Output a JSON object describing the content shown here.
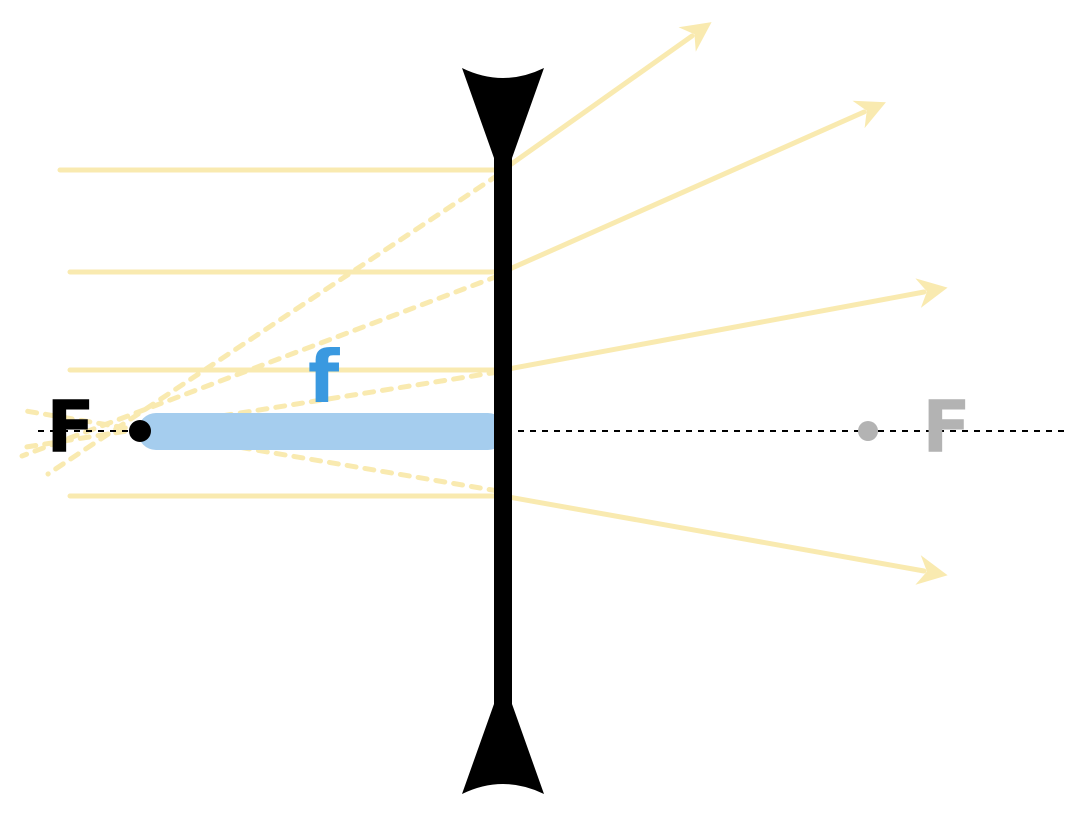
{
  "labels": {
    "focal_left": "F",
    "focal_right": "F",
    "focal_length": "f"
  },
  "colors": {
    "ray": "#f9eab0",
    "lens": "#000000",
    "axis": "#000000",
    "focal_length_bar": "#a5cdee",
    "focal_length_text": "#3a99e0",
    "virtual_focus": "#000000",
    "real_focus": "#b3b3b3"
  },
  "icons": {
    "lens": "diverging-lens-icon",
    "arrowhead": "arrowhead-icon"
  }
}
